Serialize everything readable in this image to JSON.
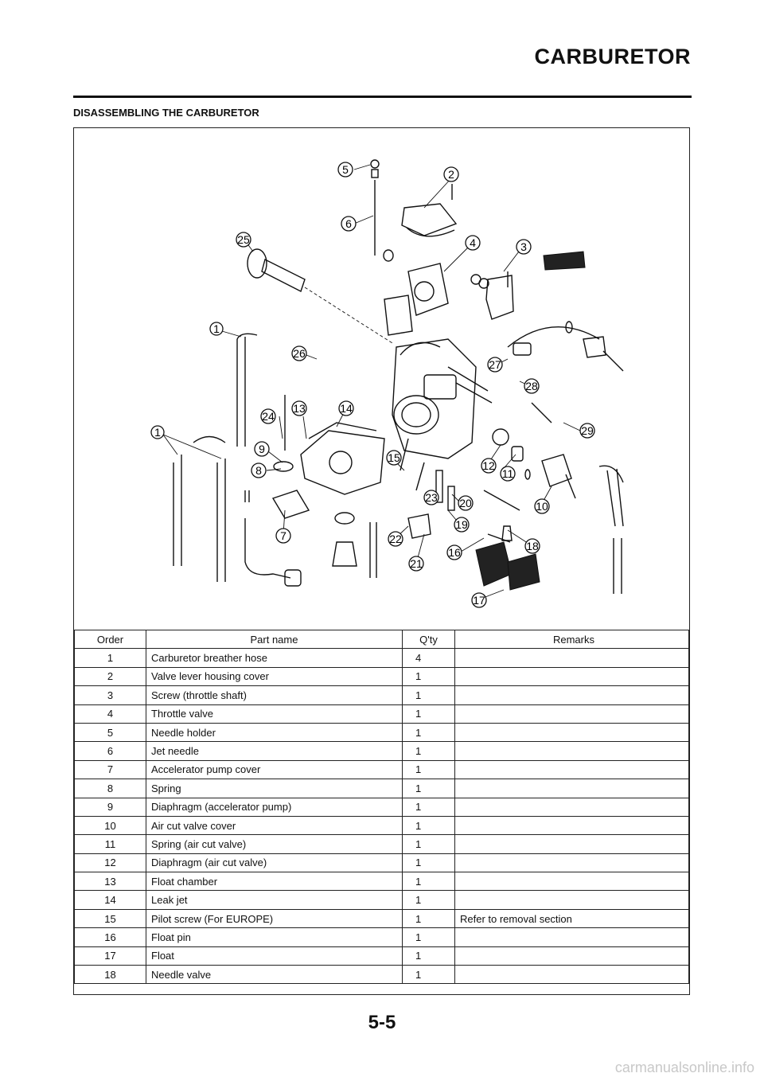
{
  "header": {
    "title": "CARBURETOR"
  },
  "section": {
    "heading": "DISASSEMBLING THE CARBURETOR"
  },
  "diagram": {
    "callouts": [
      "1",
      "1",
      "2",
      "3",
      "4",
      "5",
      "6",
      "7",
      "8",
      "9",
      "10",
      "11",
      "12",
      "13",
      "14",
      "15",
      "16",
      "17",
      "18",
      "19",
      "20",
      "21",
      "22",
      "23",
      "24",
      "25",
      "26",
      "27",
      "28",
      "29"
    ]
  },
  "table": {
    "headers": {
      "order": "Order",
      "part_name": "Part name",
      "qty": "Q'ty",
      "remarks": "Remarks"
    },
    "rows": [
      {
        "order": "1",
        "part_name": "Carburetor breather hose",
        "qty": "4",
        "remarks": ""
      },
      {
        "order": "2",
        "part_name": "Valve lever housing cover",
        "qty": "1",
        "remarks": ""
      },
      {
        "order": "3",
        "part_name": "Screw (throttle shaft)",
        "qty": "1",
        "remarks": ""
      },
      {
        "order": "4",
        "part_name": "Throttle valve",
        "qty": "1",
        "remarks": ""
      },
      {
        "order": "5",
        "part_name": "Needle holder",
        "qty": "1",
        "remarks": ""
      },
      {
        "order": "6",
        "part_name": "Jet needle",
        "qty": "1",
        "remarks": ""
      },
      {
        "order": "7",
        "part_name": "Accelerator pump cover",
        "qty": "1",
        "remarks": ""
      },
      {
        "order": "8",
        "part_name": "Spring",
        "qty": "1",
        "remarks": ""
      },
      {
        "order": "9",
        "part_name": "Diaphragm (accelerator pump)",
        "qty": "1",
        "remarks": ""
      },
      {
        "order": "10",
        "part_name": "Air cut valve cover",
        "qty": "1",
        "remarks": ""
      },
      {
        "order": "11",
        "part_name": "Spring (air cut valve)",
        "qty": "1",
        "remarks": ""
      },
      {
        "order": "12",
        "part_name": "Diaphragm (air cut valve)",
        "qty": "1",
        "remarks": ""
      },
      {
        "order": "13",
        "part_name": "Float chamber",
        "qty": "1",
        "remarks": ""
      },
      {
        "order": "14",
        "part_name": "Leak jet",
        "qty": "1",
        "remarks": ""
      },
      {
        "order": "15",
        "part_name": "Pilot screw (For EUROPE)",
        "qty": "1",
        "remarks": "Refer to removal section"
      },
      {
        "order": "16",
        "part_name": "Float pin",
        "qty": "1",
        "remarks": ""
      },
      {
        "order": "17",
        "part_name": "Float",
        "qty": "1",
        "remarks": ""
      },
      {
        "order": "18",
        "part_name": "Needle valve",
        "qty": "1",
        "remarks": ""
      }
    ]
  },
  "footer": {
    "page_number": "5-5",
    "watermark": "carmanualsonline.info"
  }
}
